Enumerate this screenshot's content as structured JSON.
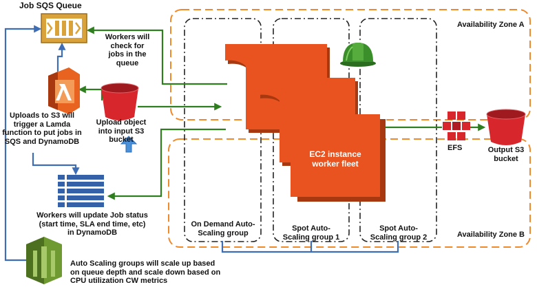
{
  "title": "",
  "labels": {
    "job_queue": "Job SQS Queue",
    "workers_check": "Workers will\ncheck for\njobs in the\nqueue",
    "uploads_trigger": "Uploads to S3 will\ntrigger a Lamda\nfunction to put jobs in\nSQS and DynamoDB",
    "upload_object": "Upload object\ninto input S3\nbucket",
    "workers_update": "Workers will update Job status\n(start time, SLA end time, etc)\nin DynamoDB",
    "autoscaling_note": "Auto Scaling groups will scale up based\non queue depth and scale down based on\nCPU utilization CW metrics",
    "ec2_fleet": "EC2 instance\nworker fleet",
    "efs": "EFS",
    "output_bucket": "Output S3\nbucket",
    "az_a": "Availability Zone A",
    "az_b": "Availability Zone B",
    "on_demand_group": "On Demand Auto-\nScaling group",
    "spot_group_1": "Spot Auto-\nScaling group 1",
    "spot_group_2": "Spot Auto-\nScaling group 2"
  },
  "colors": {
    "arrow_green": "#2e7d1e",
    "connector_blue": "#3f6db3",
    "az_orange": "#f0892a",
    "ec2_orange": "#e8531f",
    "ec2_shadow": "#a8380f",
    "sqs_gold": "#d9a23a",
    "lambda_orange": "#e8631f",
    "s3_red": "#d8262d",
    "dynamo_blue": "#3461a8",
    "cloudwatch_green": "#6f9a31",
    "helmet_green": "#3a8f2a",
    "upload_arrow_blue": "#4a90d9"
  },
  "icons": [
    "sqs-queue-icon",
    "lambda-icon",
    "s3-bucket-icon",
    "dynamodb-icon",
    "cloudwatch-icon",
    "ec2-icon",
    "efs-icon",
    "spot-helmet-icon",
    "upload-arrow-icon"
  ]
}
